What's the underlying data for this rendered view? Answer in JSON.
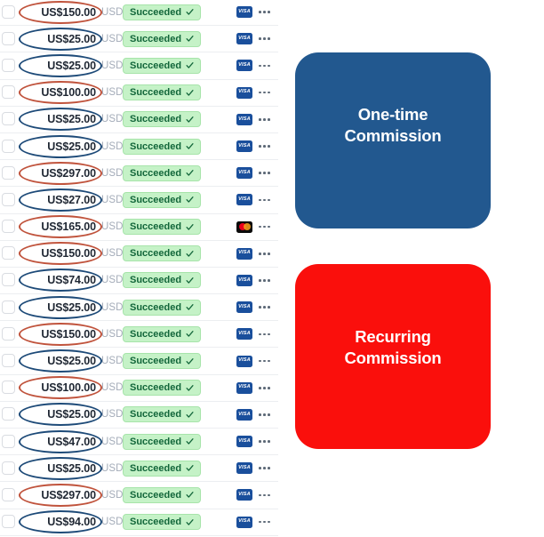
{
  "table": {
    "columns": [
      "select",
      "amount",
      "currency",
      "status",
      "card-brand",
      "actions"
    ],
    "rows": [
      {
        "amount": "US$150.00",
        "currency": "USD",
        "status": "Succeeded",
        "brand": "visa",
        "brand_label": "VISA",
        "annotation": "one-time"
      },
      {
        "amount": "US$25.00",
        "currency": "USD",
        "status": "Succeeded",
        "brand": "visa",
        "brand_label": "VISA",
        "annotation": "recurring"
      },
      {
        "amount": "US$25.00",
        "currency": "USD",
        "status": "Succeeded",
        "brand": "visa",
        "brand_label": "VISA",
        "annotation": "recurring"
      },
      {
        "amount": "US$100.00",
        "currency": "USD",
        "status": "Succeeded",
        "brand": "visa",
        "brand_label": "VISA",
        "annotation": "one-time"
      },
      {
        "amount": "US$25.00",
        "currency": "USD",
        "status": "Succeeded",
        "brand": "visa",
        "brand_label": "VISA",
        "annotation": "recurring"
      },
      {
        "amount": "US$25.00",
        "currency": "USD",
        "status": "Succeeded",
        "brand": "visa",
        "brand_label": "VISA",
        "annotation": "recurring"
      },
      {
        "amount": "US$297.00",
        "currency": "USD",
        "status": "Succeeded",
        "brand": "visa",
        "brand_label": "VISA",
        "annotation": "one-time"
      },
      {
        "amount": "US$27.00",
        "currency": "USD",
        "status": "Succeeded",
        "brand": "visa",
        "brand_label": "VISA",
        "annotation": "recurring"
      },
      {
        "amount": "US$165.00",
        "currency": "USD",
        "status": "Succeeded",
        "brand": "mastercard",
        "brand_label": "Mastercard",
        "annotation": "one-time"
      },
      {
        "amount": "US$150.00",
        "currency": "USD",
        "status": "Succeeded",
        "brand": "visa",
        "brand_label": "VISA",
        "annotation": "one-time"
      },
      {
        "amount": "US$74.00",
        "currency": "USD",
        "status": "Succeeded",
        "brand": "visa",
        "brand_label": "VISA",
        "annotation": "recurring"
      },
      {
        "amount": "US$25.00",
        "currency": "USD",
        "status": "Succeeded",
        "brand": "visa",
        "brand_label": "VISA",
        "annotation": "recurring"
      },
      {
        "amount": "US$150.00",
        "currency": "USD",
        "status": "Succeeded",
        "brand": "visa",
        "brand_label": "VISA",
        "annotation": "one-time"
      },
      {
        "amount": "US$25.00",
        "currency": "USD",
        "status": "Succeeded",
        "brand": "visa",
        "brand_label": "VISA",
        "annotation": "recurring"
      },
      {
        "amount": "US$100.00",
        "currency": "USD",
        "status": "Succeeded",
        "brand": "visa",
        "brand_label": "VISA",
        "annotation": "one-time"
      },
      {
        "amount": "US$25.00",
        "currency": "USD",
        "status": "Succeeded",
        "brand": "visa",
        "brand_label": "VISA",
        "annotation": "recurring"
      },
      {
        "amount": "US$47.00",
        "currency": "USD",
        "status": "Succeeded",
        "brand": "visa",
        "brand_label": "VISA",
        "annotation": "recurring"
      },
      {
        "amount": "US$25.00",
        "currency": "USD",
        "status": "Succeeded",
        "brand": "visa",
        "brand_label": "VISA",
        "annotation": "recurring"
      },
      {
        "amount": "US$297.00",
        "currency": "USD",
        "status": "Succeeded",
        "brand": "visa",
        "brand_label": "VISA",
        "annotation": "one-time"
      },
      {
        "amount": "US$94.00",
        "currency": "USD",
        "status": "Succeeded",
        "brand": "visa",
        "brand_label": "VISA",
        "annotation": "recurring"
      }
    ]
  },
  "callouts": [
    {
      "id": "one-time",
      "line1": "One-time",
      "line2": "Commission",
      "color": "#22588f"
    },
    {
      "id": "recurring",
      "line1": "Recurring",
      "line2": "Commission",
      "color": "#fa0f0c"
    }
  ],
  "colors": {
    "annotation_one_time": "#c0533c",
    "annotation_recurring": "#1d4a78",
    "status_badge_bg": "#c5f2c7",
    "status_badge_text": "#12663a",
    "visa_blue": "#1a4f9c",
    "mastercard_black": "#0a0a0a",
    "callout_blue": "#22588f",
    "callout_red": "#fa0f0c"
  }
}
